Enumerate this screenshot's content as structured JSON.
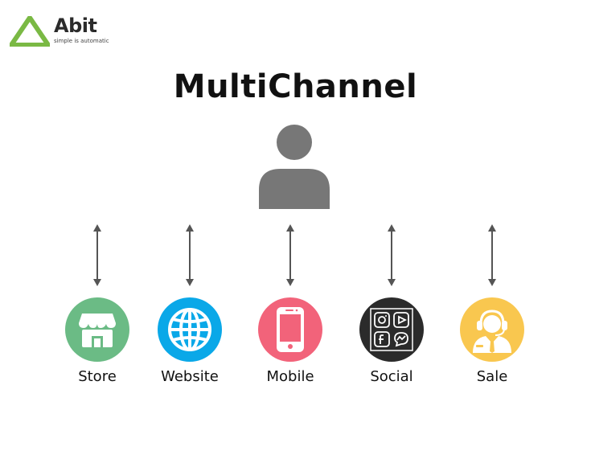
{
  "logo": {
    "name": "Abit",
    "tagline": "simple is automatic"
  },
  "title": "MultiChannel",
  "center_icon": "person-icon",
  "channels": [
    {
      "label": "Store",
      "icon": "store-icon",
      "color": "#6bbb85"
    },
    {
      "label": "Website",
      "icon": "globe-icon",
      "color": "#0aa8e8"
    },
    {
      "label": "Mobile",
      "icon": "phone-icon",
      "color": "#f2637a"
    },
    {
      "label": "Social",
      "icon": "social-icon",
      "color": "#2b2b2b"
    },
    {
      "label": "Sale",
      "icon": "support-icon",
      "color": "#f9c74f"
    }
  ],
  "colors": {
    "arrow": "#555555",
    "person": "#777777",
    "logo_green": "#7ab944"
  }
}
